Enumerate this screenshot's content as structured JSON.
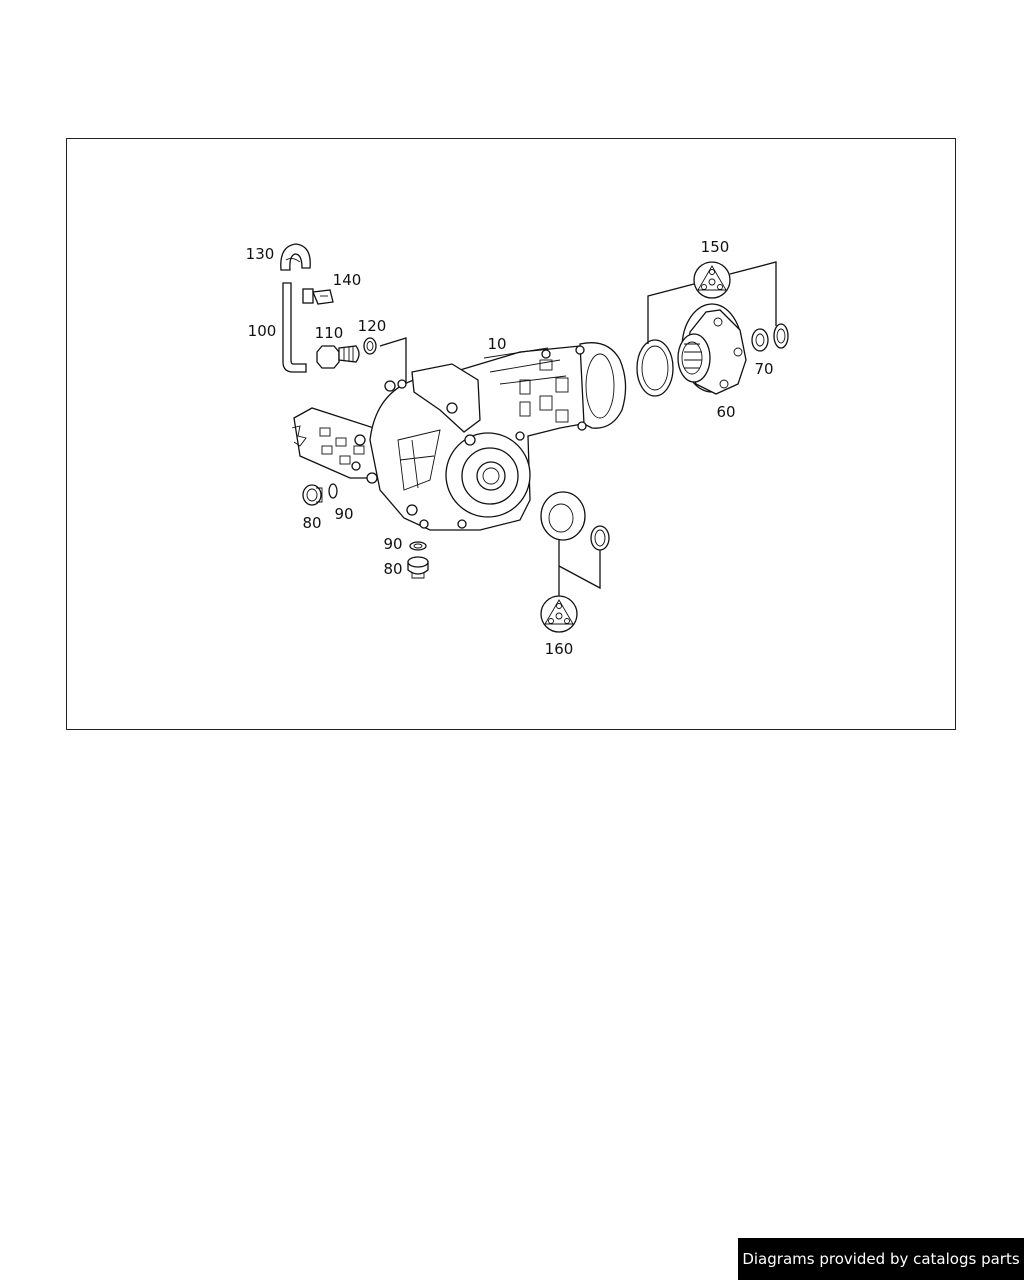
{
  "diagram": {
    "callouts": {
      "c10": "10",
      "c60": "60",
      "c70": "70",
      "c80a": "80",
      "c80b": "80",
      "c90a": "90",
      "c90b": "90",
      "c100": "100",
      "c110": "110",
      "c120": "120",
      "c130": "130",
      "c140": "140",
      "c150": "150",
      "c160": "160"
    }
  },
  "footer": {
    "credit": "Diagrams provided by catalogs parts"
  }
}
